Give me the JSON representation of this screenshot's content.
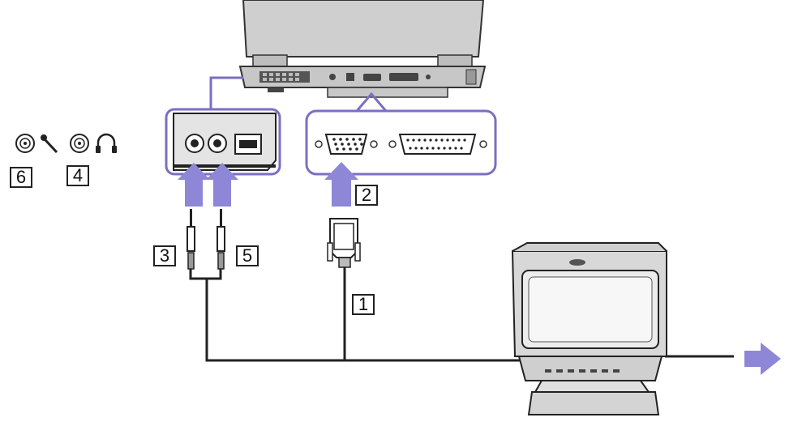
{
  "colors": {
    "outline": "#7b6fc2",
    "arrow": "#8e86d6",
    "device_fill": "#d9d9d9",
    "device_dark": "#3a3a3a",
    "cable": "#222222",
    "label_border": "#222222"
  },
  "legend": {
    "mic_port_label": "6",
    "headphone_port_label": "4",
    "mic_icon": "microphone-icon",
    "headphone_icon": "headphones-icon"
  },
  "callouts": {
    "monitor_cable": "1",
    "monitor_port": "2",
    "mic_plug": "3",
    "headphone_plug": "5"
  }
}
